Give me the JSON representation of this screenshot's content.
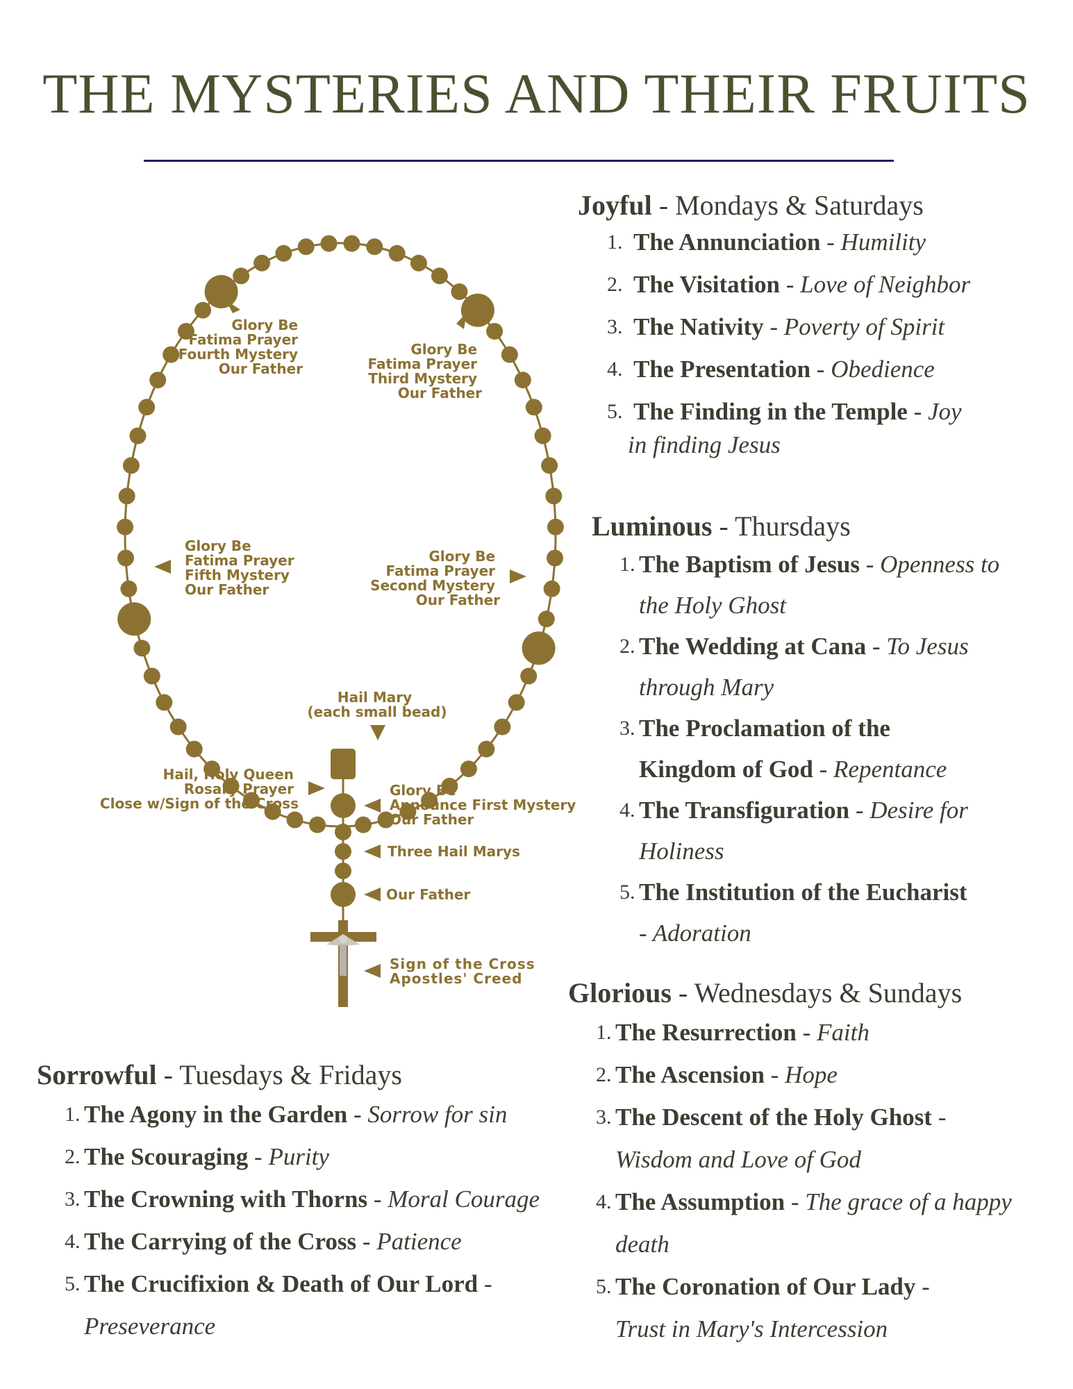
{
  "title": "THE MYSTERIES AND THEIR FRUITS",
  "joyful": {
    "name": "Joyful",
    "days": " - Mondays &  Saturdays",
    "items": [
      {
        "num": "1.",
        "name": "The Annunciation",
        "fruit": " - Humility"
      },
      {
        "num": "2.",
        "name": "The Visitation",
        "fruit": " - Love of Neighbor"
      },
      {
        "num": "3.",
        "name": "The Nativity",
        "fruit": " - Poverty of Spirit"
      },
      {
        "num": "4.",
        "name": "The Presentation",
        "fruit": " - Obedience"
      },
      {
        "num": "5.",
        "name": "The Finding in the Temple",
        "fruit": " - Joy",
        "cont": "in finding Jesus"
      }
    ]
  },
  "luminous": {
    "name": "Luminous",
    "days": " - Thursdays",
    "items": [
      {
        "num": "1.",
        "name": "The Baptism of Jesus",
        "fruit": " - Openness to",
        "cont": "the Holy Ghost"
      },
      {
        "num": "2.",
        "name": "The Wedding at Cana",
        "fruit": " - To Jesus",
        "cont": "through Mary"
      },
      {
        "num": "3.",
        "name": "The Proclamation of the",
        "fruit": "",
        "cont_name": "Kingdom of God",
        "cont_fruit": "  -  Repentance"
      },
      {
        "num": "4.",
        "name": "The Transfiguration",
        "fruit": " - Desire for",
        "cont": "Holiness"
      },
      {
        "num": "5.",
        "name": " The Institution of the Eucharist",
        "fruit": "",
        "cont": "- Adoration"
      }
    ]
  },
  "glorious": {
    "name": "Glorious",
    "days": " - Wednesdays & Sundays",
    "items": [
      {
        "num": "1.",
        "name": "The Resurrection",
        "fruit": " - Faith"
      },
      {
        "num": "2.",
        "name": "The Ascension",
        "fruit": " - Hope"
      },
      {
        "num": "3.",
        "name": "The Descent of the Holy Ghost",
        "fruit": "  -",
        "cont": "Wisdom and Love of God"
      },
      {
        "num": "4.",
        "name": "The Assumption",
        "fruit": " - The grace of a happy",
        "cont": "death"
      },
      {
        "num": "5.",
        "name": " The Coronation of Our Lady",
        "fruit": " -",
        "cont": "Trust in Mary's Intercession"
      }
    ]
  },
  "sorrowful": {
    "name": "Sorrowful",
    "days": " - Tuesdays & Fridays",
    "items": [
      {
        "num": "1.",
        "name": "The Agony in the Garden",
        "fruit": " - Sorrow for sin"
      },
      {
        "num": "2.",
        "name": "The Scouraging",
        "fruit": " - Purity"
      },
      {
        "num": "3.",
        "name": "The Crowning with Thorns",
        "fruit": " - Moral Courage"
      },
      {
        "num": "4.",
        "name": "The Carrying of the Cross",
        "fruit": " - Patience"
      },
      {
        "num": "5.",
        "name": " The Crucifixion & Death of Our Lord",
        "fruit": " -",
        "cont": "Preseverance"
      }
    ]
  },
  "rosary": {
    "bead_color": "#8c7232",
    "labels": {
      "fourth": [
        "Glory Be",
        "Fatima Prayer",
        "Fourth Mystery",
        "Our Father"
      ],
      "third": [
        "Glory Be",
        "Fatima Prayer",
        "Third Mystery",
        "Our Father"
      ],
      "fifth": [
        "Glory Be",
        "Fatima Prayer",
        "Fifth Mystery",
        "Our Father"
      ],
      "second": [
        "Glory Be",
        "Fatima Prayer",
        "Second Mystery",
        "Our Father"
      ],
      "hail_mary": [
        "Hail Mary",
        "(each small bead)"
      ],
      "closing": [
        "Hail, Holy Queen",
        "Rosary Prayer",
        "Close w/Sign of the Cross"
      ],
      "first": [
        "Glory Be",
        "Announce First Mystery",
        "Our Father"
      ],
      "three_hail": [
        "Three Hail Marys"
      ],
      "our_father": [
        "Our Father"
      ],
      "cross": [
        "Sign of the Cross",
        "Apostles' Creed"
      ]
    }
  }
}
